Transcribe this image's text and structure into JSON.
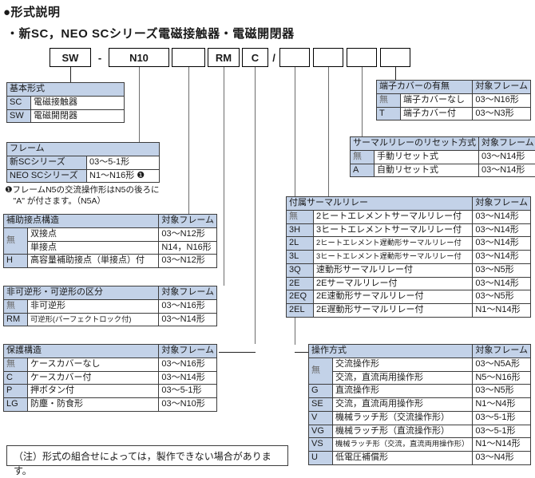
{
  "headings": {
    "main": "●形式説明",
    "sub": "・新SC，NEO SCシリーズ電磁接触器・電磁開閉器"
  },
  "model_code": {
    "boxes": [
      {
        "id": "basic-type",
        "value": "SW"
      },
      {
        "id": "separator-hyphen",
        "value": "-"
      },
      {
        "id": "frame",
        "value": "N10"
      },
      {
        "id": "aux-contact",
        "value": ""
      },
      {
        "id": "reversible",
        "value": "RM"
      },
      {
        "id": "protection",
        "value": "C"
      },
      {
        "id": "separator-slash",
        "value": "/"
      },
      {
        "id": "operation",
        "value": ""
      },
      {
        "id": "thermal-relay",
        "value": ""
      },
      {
        "id": "thermal-reset",
        "value": ""
      },
      {
        "id": "terminal-cover",
        "value": ""
      }
    ]
  },
  "tables": {
    "basic_type": {
      "header": "基本形式",
      "rows": [
        {
          "code": "SC",
          "desc": "電磁接触器"
        },
        {
          "code": "SW",
          "desc": "電磁開閉器"
        }
      ]
    },
    "frame": {
      "header": "フレーム",
      "rows": [
        {
          "name": "新SCシリーズ",
          "value": "03〜5-1形"
        },
        {
          "name": "NEO SCシリーズ",
          "value": "N1〜N16形 ❶"
        }
      ],
      "footnote": "❶フレームN5の交流操作形はN5の後ろに\n　\"A\" が付さます。（N5A）"
    },
    "aux_contact": {
      "header": "補助接点構造",
      "frame_header": "対象フレーム",
      "rows": [
        {
          "code": "無",
          "desc": "双接点",
          "frame": "03〜N12形"
        },
        {
          "code": "",
          "desc": "単接点",
          "frame": "N14，N16形"
        },
        {
          "code": "H",
          "desc": "高容量補助接点（単接点）付",
          "frame": "03〜N12形"
        }
      ]
    },
    "reversible": {
      "header": "非可逆形・可逆形の区分",
      "frame_header": "対象フレーム",
      "rows": [
        {
          "code": "無",
          "desc": "非可逆形",
          "frame": "03〜N16形"
        },
        {
          "code": "RM",
          "desc": "可逆形(パーフェクトロック付)",
          "frame": "03〜N14形"
        }
      ]
    },
    "protection": {
      "header": "保護構造",
      "frame_header": "対象フレーム",
      "rows": [
        {
          "code": "無",
          "desc": "ケースカバーなし",
          "frame": "03〜N16形"
        },
        {
          "code": "C",
          "desc": "ケースカバー付",
          "frame": "03〜N14形"
        },
        {
          "code": "P",
          "desc": "押ボタン付",
          "frame": "03〜5-1形"
        },
        {
          "code": "LG",
          "desc": "防塵・防食形",
          "frame": "03〜N10形"
        }
      ]
    },
    "terminal_cover": {
      "header": "端子カバーの有無",
      "frame_header": "対象フレーム",
      "rows": [
        {
          "code": "無",
          "desc": "端子カバーなし",
          "frame": "03〜N16形"
        },
        {
          "code": "T",
          "desc": "端子カバー付",
          "frame": "03〜N3形"
        }
      ]
    },
    "thermal_reset": {
      "header": "サーマルリレーのリセット方式",
      "frame_header": "対象フレーム",
      "rows": [
        {
          "code": "無",
          "desc": "手動リセット式",
          "frame": "03〜N14形"
        },
        {
          "code": "A",
          "desc": "自動リセット式",
          "frame": "03〜N14形"
        }
      ]
    },
    "thermal_relay": {
      "header": "付属サーマルリレー",
      "frame_header": "対象フレーム",
      "rows": [
        {
          "code": "無",
          "desc": "2ヒートエレメントサーマルリレー付",
          "frame": "03〜N14形"
        },
        {
          "code": "3H",
          "desc": "3ヒートエレメントサーマルリレー付",
          "frame": "03〜N14形"
        },
        {
          "code": "2L",
          "desc": "2ヒートエレメント遅動形サーマルリレー付",
          "frame": "03〜N14形"
        },
        {
          "code": "3L",
          "desc": "3ヒートエレメント遅動形サーマルリレー付",
          "frame": "03〜N14形"
        },
        {
          "code": "3Q",
          "desc": "速動形サーマルリレー付",
          "frame": "03〜N5形"
        },
        {
          "code": "2E",
          "desc": "2Eサーマルリレー付",
          "frame": "03〜N14形"
        },
        {
          "code": "2EQ",
          "desc": "2E速動形サーマルリレー付",
          "frame": "03〜N5形"
        },
        {
          "code": "2EL",
          "desc": "2E遅動形サーマルリレー付",
          "frame": "N1〜N14形"
        }
      ]
    },
    "operation": {
      "header": "操作方式",
      "frame_header": "対象フレーム",
      "rows": [
        {
          "code": "無",
          "desc": "交流操作形",
          "frame": "03〜N5A形"
        },
        {
          "code": "",
          "desc": "交流，直流両用操作形",
          "frame": "N5〜N16形"
        },
        {
          "code": "G",
          "desc": "直流操作形",
          "frame": "03〜N5形"
        },
        {
          "code": "SE",
          "desc": "交流，直流両用操作形",
          "frame": "N1〜N4形"
        },
        {
          "code": "V",
          "desc": "機械ラッチ形（交流操作形）",
          "frame": "03〜5-1形"
        },
        {
          "code": "VG",
          "desc": "機械ラッチ形（直流操作形）",
          "frame": "03〜5-1形"
        },
        {
          "code": "VS",
          "desc": "機械ラッチ形（交流，直流両用操作形）",
          "frame": "N1〜N14形"
        },
        {
          "code": "U",
          "desc": "低電圧補償形",
          "frame": "03〜N4形"
        }
      ]
    }
  },
  "note": "（注）形式の組合せによっては，製作できない場合があります。",
  "colors": {
    "header_fill": "#c3d2e8",
    "border": "#3c3c3c",
    "line": "#6d6d6d"
  }
}
